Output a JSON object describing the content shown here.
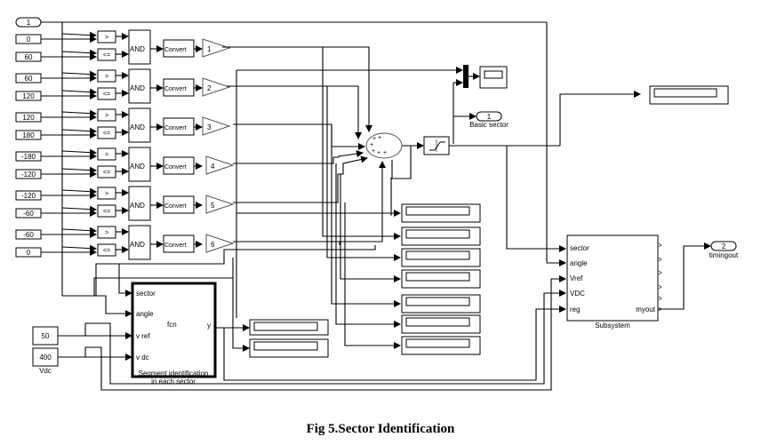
{
  "figure": {
    "caption": "Fig 5.Sector Identification"
  },
  "inport": {
    "label": "1"
  },
  "constants": [
    "0",
    "60",
    "60",
    "120",
    "120",
    "180",
    "-180",
    "-120",
    "-120",
    "-60",
    "-60",
    "0"
  ],
  "relational_ops": {
    "gt": ">",
    "le": "<="
  },
  "logic_label": "AND",
  "convert_label": "Convert",
  "gains": [
    "1",
    "2",
    "3",
    "4",
    "5",
    "6"
  ],
  "basic_sector_outport": {
    "number": "1",
    "label": "Basic sector"
  },
  "timingout_outport": {
    "number": "2",
    "label": "timingout"
  },
  "fcn_block": {
    "inputs": [
      "sector",
      "angle",
      "v ref",
      "v dc"
    ],
    "center_label": "fcn",
    "output": "y",
    "title_line1": "Segment identification",
    "title_line2": "in each sector"
  },
  "vref_constant": "50",
  "vdc_constant": {
    "value": "400",
    "label": "Vdc"
  },
  "subsystem": {
    "inputs": [
      "sector",
      "angle",
      "Vref",
      "VDC",
      "reg"
    ],
    "output": "myout",
    "label": "Subsystem"
  },
  "sum_signs": [
    "+",
    "+",
    "+",
    "+",
    "+",
    "+"
  ]
}
